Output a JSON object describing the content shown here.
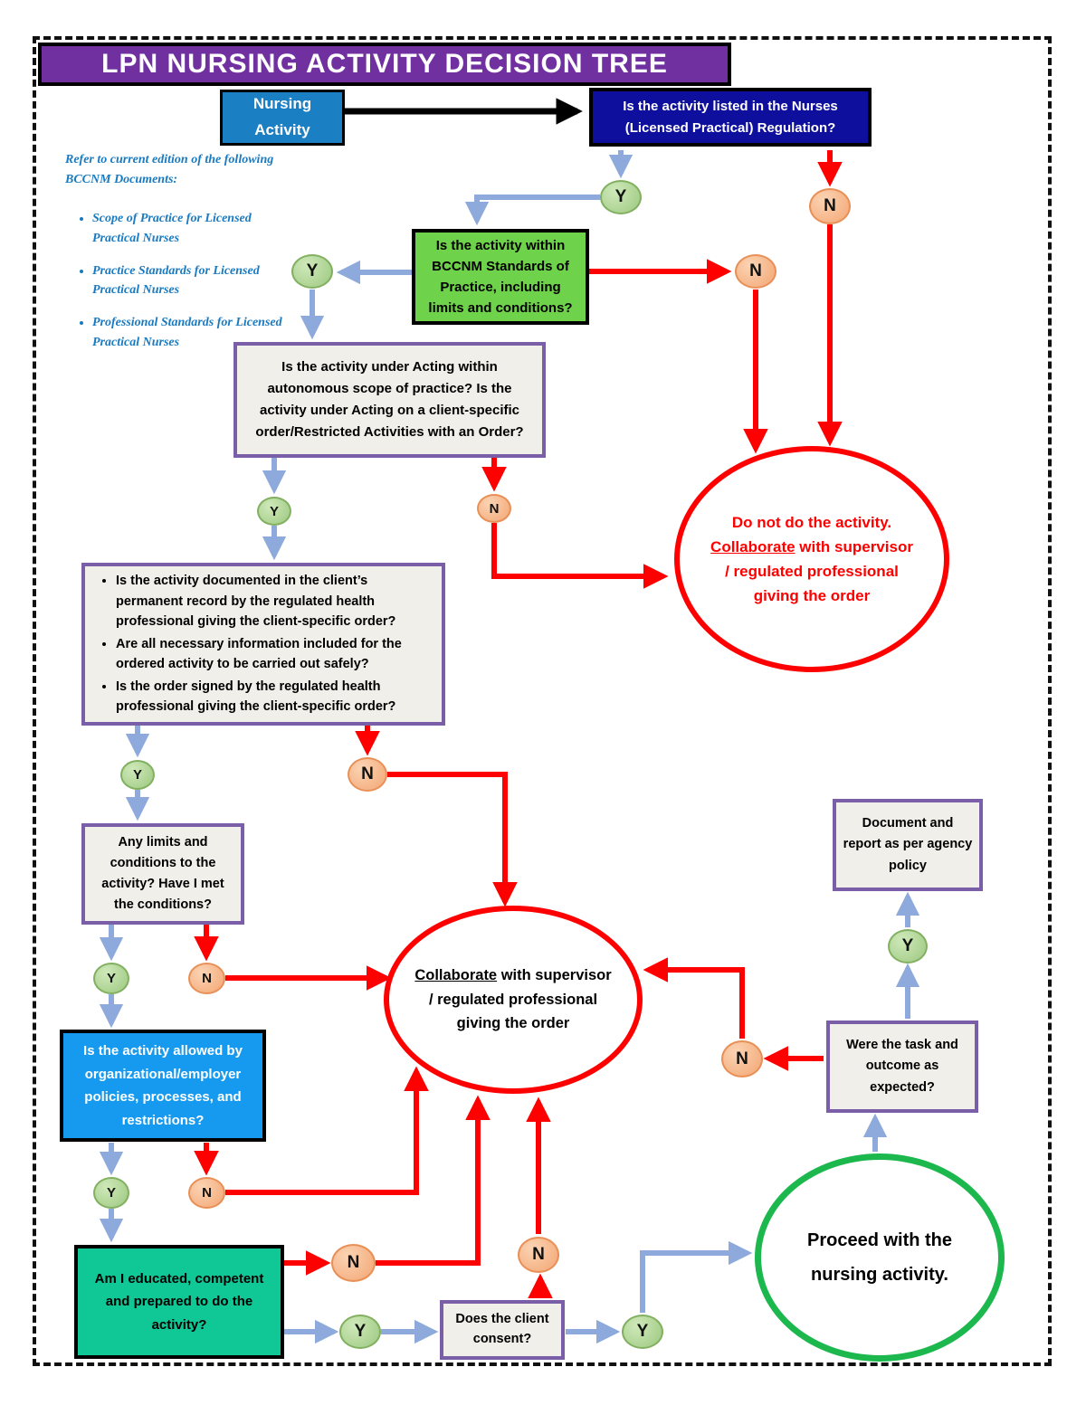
{
  "title": "LPN NURSING ACTIVITY DECISION TREE",
  "labels": {
    "yes": "Y",
    "no": "N"
  },
  "note": {
    "intro": "Refer to current edition of the following BCCNM Documents:",
    "items": [
      "Scope of Practice for Licensed Practical Nurses",
      "Practice Standards for Licensed Practical Nurses",
      "Professional Standards for Licensed Practical Nurses"
    ]
  },
  "nodes": {
    "start": "Nursing Activity",
    "q_regulation": "Is the activity listed in the Nurses (Licensed Practical) Regulation?",
    "q_standards": "Is the activity within BCCNM Standards of Practice, including limits and conditions?",
    "q_acting": "Is the activity under Acting within autonomous scope of practice? Is the activity under Acting on a client-specific order/Restricted Activities with an Order?",
    "q_order_checks": [
      "Is the activity documented in the client’s permanent record by the regulated health professional giving the client-specific order?",
      "Are all necessary information included for the ordered activity to be carried out safely?",
      "Is the order signed by the regulated health professional giving the client-specific order?"
    ],
    "q_limits": "Any limits and conditions to the activity? Have I met the conditions?",
    "q_policies": "Is the activity allowed by organizational/employer policies, processes, and restrictions?",
    "q_competent": "Am I educated, competent and prepared to do the activity?",
    "q_consent": "Does the client consent?",
    "q_outcome": "Were the task and outcome as expected?",
    "document_report": "Document and report as per agency policy",
    "do_not": {
      "pre": "Do not do the activity. ",
      "underline": "Collaborate",
      "post": " with supervisor / regulated professional giving the order"
    },
    "collaborate": {
      "underline": "Collaborate",
      "post": " with supervisor / regulated professional giving the order"
    },
    "proceed": "Proceed with the nursing activity."
  },
  "colors": {
    "title_bg": "#7030a0",
    "start_bg": "#1b7fc4",
    "regulation_bg": "#0f0f9d",
    "standards_bg": "#6fd24b",
    "policies_bg": "#169aef",
    "competent_bg": "#0fc896",
    "yes_fill": "#a9d08e",
    "no_fill": "#f5b183",
    "arrow_blue": "#8ea9db",
    "arrow_red": "#ff0000",
    "arrow_black": "#000000",
    "stop_border": "#ff0000",
    "proceed_border": "#1cb84e",
    "question_border": "#7a5ea8",
    "note_text": "#1a7ac0"
  }
}
